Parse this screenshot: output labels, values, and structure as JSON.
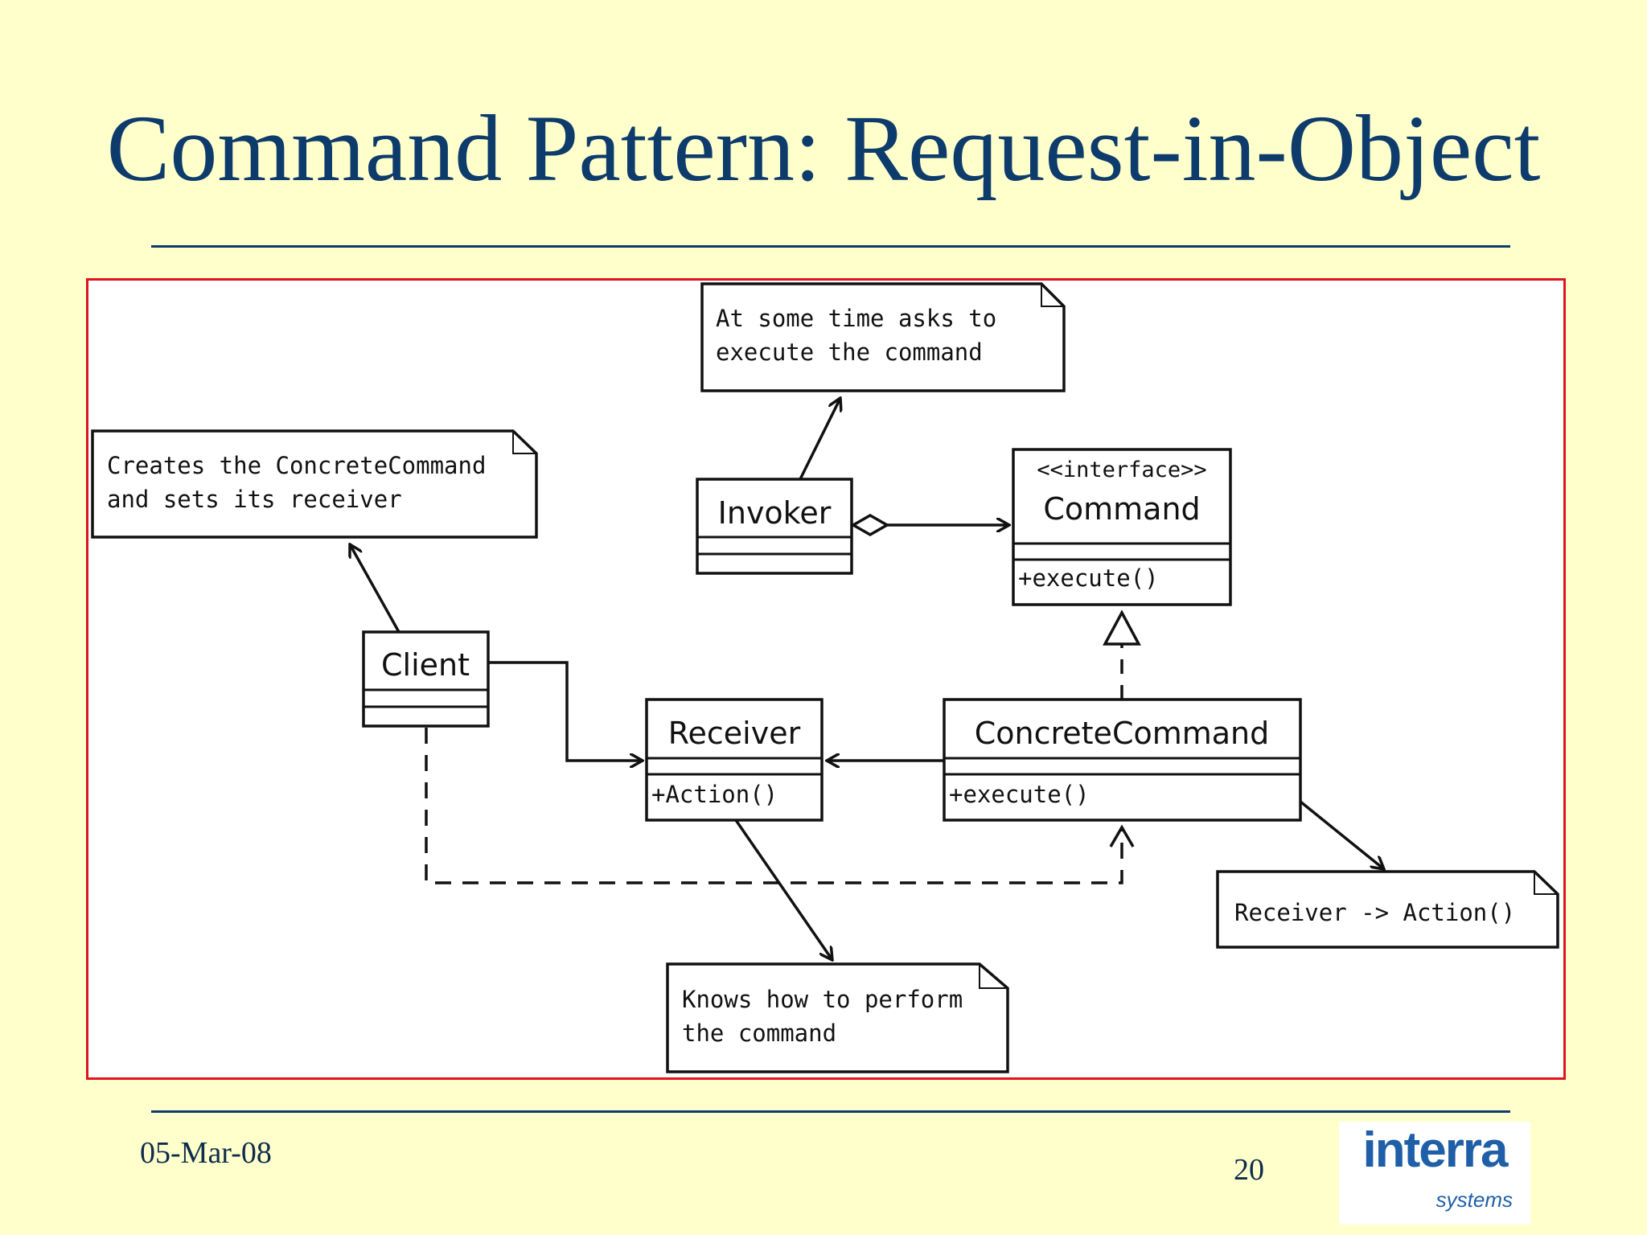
{
  "slide": {
    "title": "Command Pattern: Request-in-Object",
    "date": "05-Mar-08",
    "page_number": "20",
    "logo": {
      "word": "interra",
      "sub": "systems"
    }
  },
  "diagram": {
    "classes": {
      "invoker": {
        "name": "Invoker"
      },
      "command": {
        "stereotype": "<<interface>>",
        "name": "Command",
        "method": "+execute()"
      },
      "client": {
        "name": "Client"
      },
      "receiver": {
        "name": "Receiver",
        "method": "+Action()"
      },
      "concrete_command": {
        "name": "ConcreteCommand",
        "method": "+execute()"
      }
    },
    "notes": {
      "invoker_note": {
        "line1": "At some time asks to",
        "line2": "execute the command"
      },
      "client_note": {
        "line1": "Creates the ConcreteCommand",
        "line2": "and sets its receiver"
      },
      "receiver_note": {
        "line1": "Knows how to perform",
        "line2": "the command"
      },
      "concrete_note": {
        "line1": "Receiver -> Action()"
      }
    }
  }
}
